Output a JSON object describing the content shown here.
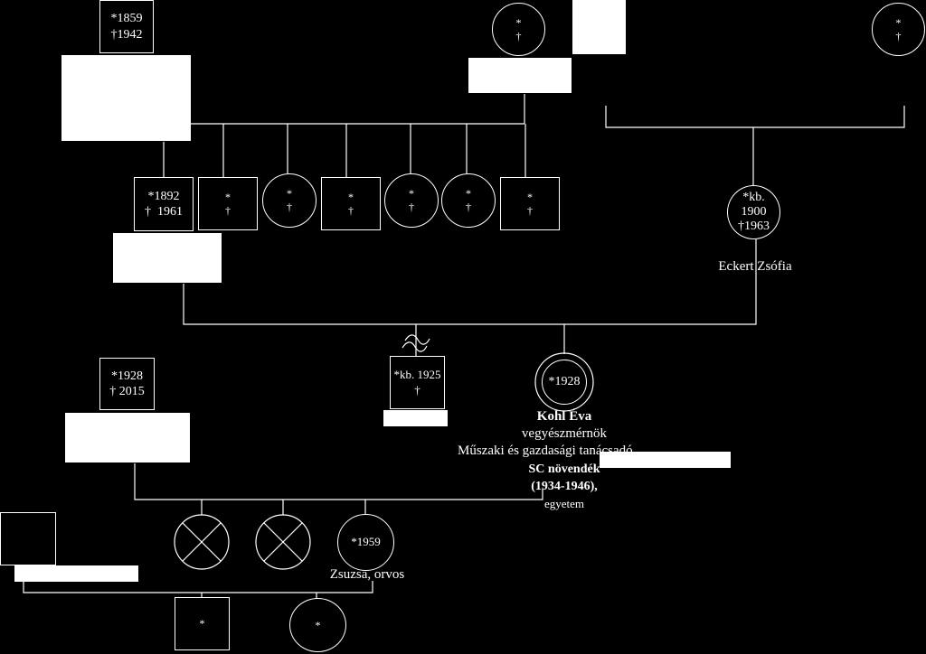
{
  "gen1": {
    "male1": {
      "birth": "*1859",
      "death": "†1942"
    },
    "female1": {
      "birth": "*",
      "death": "†"
    },
    "female2": {
      "birth": "*",
      "death": "†"
    }
  },
  "gen2": {
    "father": {
      "birth": "*1892",
      "death": "†  1961"
    },
    "siblings": [
      {
        "birth": "*",
        "death": "†"
      },
      {
        "birth": "*",
        "death": "†"
      },
      {
        "birth": "*",
        "death": "†"
      },
      {
        "birth": "*",
        "death": "†"
      },
      {
        "birth": "*",
        "death": "†"
      },
      {
        "birth": "*",
        "death": "†"
      }
    ],
    "mother": {
      "birth_line1": "*kb.",
      "birth_line2": "1900",
      "death": "†1963",
      "name": "Eckert Zsófia"
    }
  },
  "gen3": {
    "husband": {
      "birth": "*1928",
      "death": "† 2015"
    },
    "brother": {
      "birth": "*kb. 1925",
      "death": "†"
    },
    "proband": {
      "birth": "*1928",
      "name": "Kohl Éva",
      "occupation": "vegyészmérnök",
      "role": "Műszaki és gazdasági tanácsadó",
      "school_line1": "SC növendék",
      "school_line2": "(1934-1946),",
      "school_line3": "egyetem"
    }
  },
  "gen4": {
    "daughter": {
      "birth": "*1959",
      "label": "Zsuzsa, orvos"
    }
  },
  "gen5": {
    "child1": {
      "birth": "*"
    },
    "child2": {
      "birth": "*"
    }
  }
}
